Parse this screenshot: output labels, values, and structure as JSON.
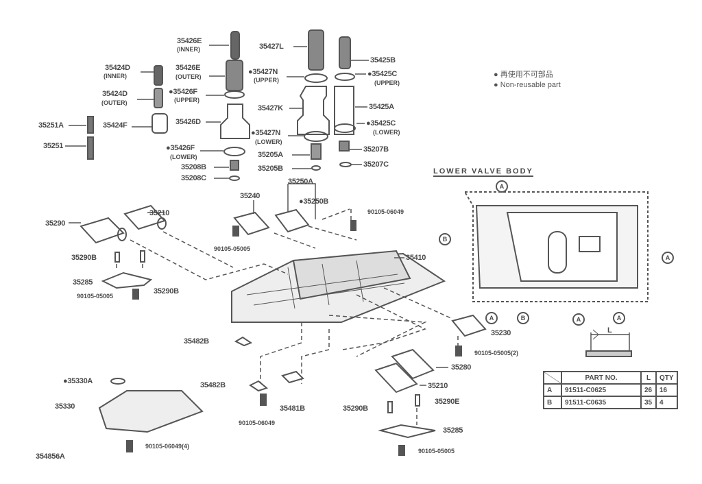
{
  "legend": {
    "japanese": "再使用不可部品",
    "english": "Non-reusable part"
  },
  "section_title": "LOWER VALVE BODY",
  "diagram_id": "354856A",
  "labels": {
    "p35426E_inner": "35426E",
    "p35426E_inner_sub": "(INNER)",
    "p35426E_outer": "35426E",
    "p35426E_outer_sub": "(OUTER)",
    "p35424D_inner": "35424D",
    "p35424D_inner_sub": "(INNER)",
    "p35424D_outer": "35424D",
    "p35424D_outer_sub": "(OUTER)",
    "p35426F_upper": "●35426F",
    "p35426F_upper_sub": "(UPPER)",
    "p35251A": "35251A",
    "p35424F": "35424F",
    "p35426D": "35426D",
    "p35251": "35251",
    "p35426F_lower": "●35426F",
    "p35426F_lower_sub": "(LOWER)",
    "p35208B": "35208B",
    "p35208C": "35208C",
    "p35427L": "35427L",
    "p35427N_upper": "●35427N",
    "p35427N_upper_sub": "(UPPER)",
    "p35427K": "35427K",
    "p35427N_lower": "●35427N",
    "p35427N_lower_sub": "(LOWER)",
    "p35205A": "35205A",
    "p35205B": "35205B",
    "p35425B": "35425B",
    "p35425C_upper": "●35425C",
    "p35425C_upper_sub": "(UPPER)",
    "p35425A": "35425A",
    "p35425C_lower": "●35425C",
    "p35425C_lower_sub": "(LOWER)",
    "p35207B": "35207B",
    "p35207C": "35207C",
    "p35250A": "35250A",
    "p35240": "35240",
    "p35250B": "●35250B",
    "p35210a": "35210",
    "p35290": "35290",
    "p90105_06049a": "90105-06049",
    "p90105_05005a": "90105-05005",
    "p35290Ba": "35290B",
    "p35410": "35410",
    "p35285a": "35285",
    "p35290Bb": "35290B",
    "p90105_05005b": "90105-05005",
    "p35482Ba": "35482B",
    "p35230": "35230",
    "p90105_05005_2": "90105-05005(2)",
    "p35280": "35280",
    "p35210b": "35210",
    "p35330A": "●35330A",
    "p35482Bb": "35482B",
    "p35290E": "35290E",
    "p35290Bc": "35290B",
    "p35330": "35330",
    "p35481B": "35481B",
    "p90105_06049b": "90105-06049",
    "p35285b": "35285",
    "p90105_06049_4": "90105-06049(4)",
    "p90105_05005c": "90105-05005"
  },
  "callouts": {
    "a": "A",
    "b": "B",
    "dim_l": "L"
  },
  "parts_table": {
    "headers": [
      "",
      "PART NO.",
      "L",
      "QTY"
    ],
    "rows": [
      {
        "key": "A",
        "part_no": "91511-C0625",
        "l": "26",
        "qty": "16"
      },
      {
        "key": "B",
        "part_no": "91511-C0635",
        "l": "35",
        "qty": "4"
      }
    ]
  }
}
